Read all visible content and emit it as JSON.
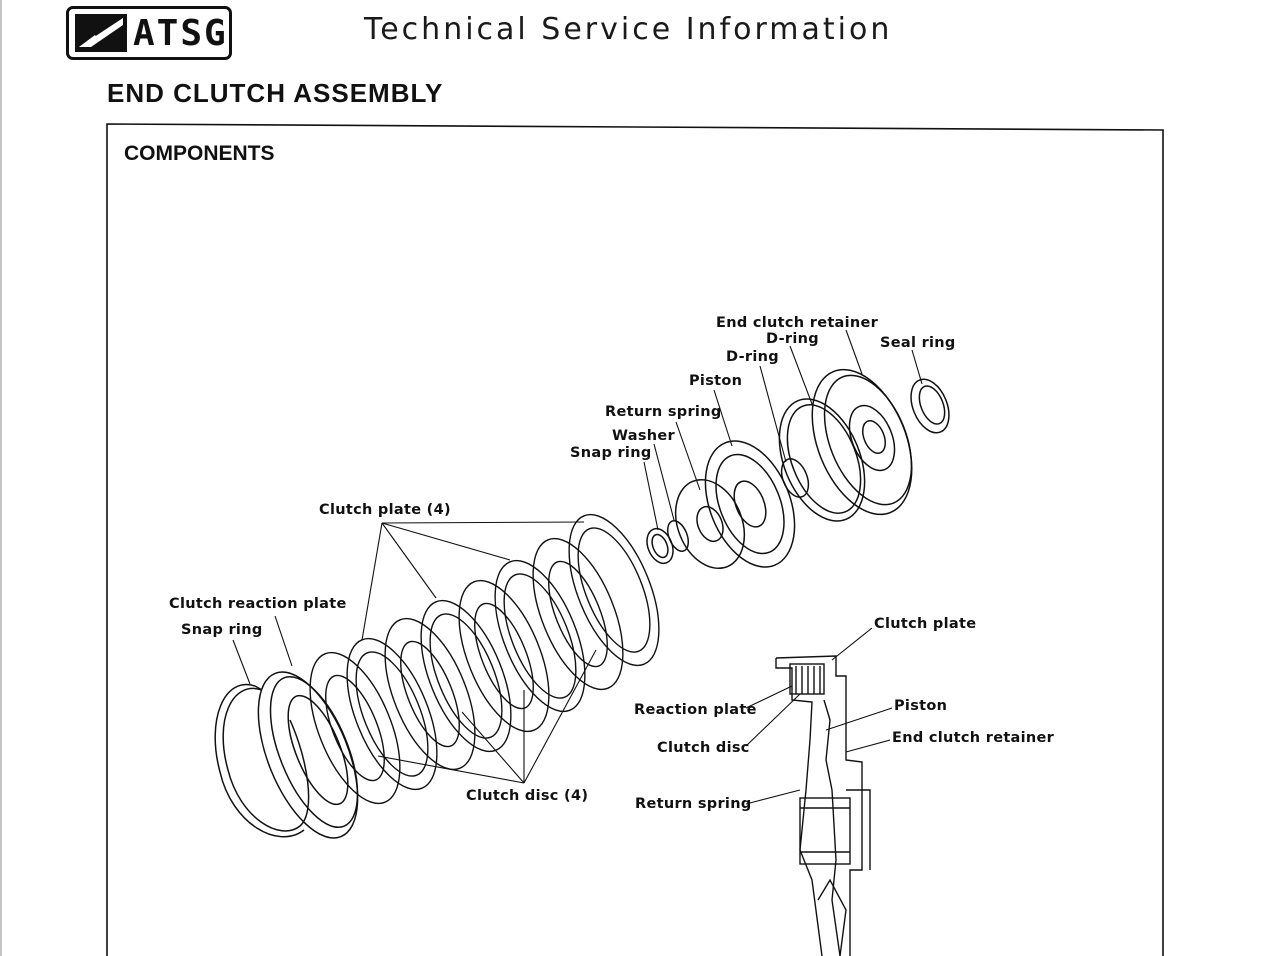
{
  "header": {
    "logo_text": "ATSG",
    "title": "Technical Service Information"
  },
  "section_title": "END CLUTCH ASSEMBLY",
  "panel_title": "COMPONENTS",
  "labels": {
    "end_clutch_retainer": "End clutch retainer",
    "d_ring_1": "D-ring",
    "seal_ring": "Seal ring",
    "d_ring_2": "D-ring",
    "piston": "Piston",
    "return_spring": "Return spring",
    "washer": "Washer",
    "snap_ring_top": "Snap ring",
    "clutch_plate_4": "Clutch plate (4)",
    "clutch_reaction_plate": "Clutch reaction plate",
    "snap_ring_left": "Snap ring",
    "clutch_disc_4": "Clutch disc (4)"
  },
  "inset_labels": {
    "clutch_plate": "Clutch plate",
    "reaction_plate": "Reaction plate",
    "piston": "Piston",
    "end_clutch_retainer": "End clutch retainer",
    "clutch_disc": "Clutch disc",
    "return_spring": "Return spring"
  }
}
